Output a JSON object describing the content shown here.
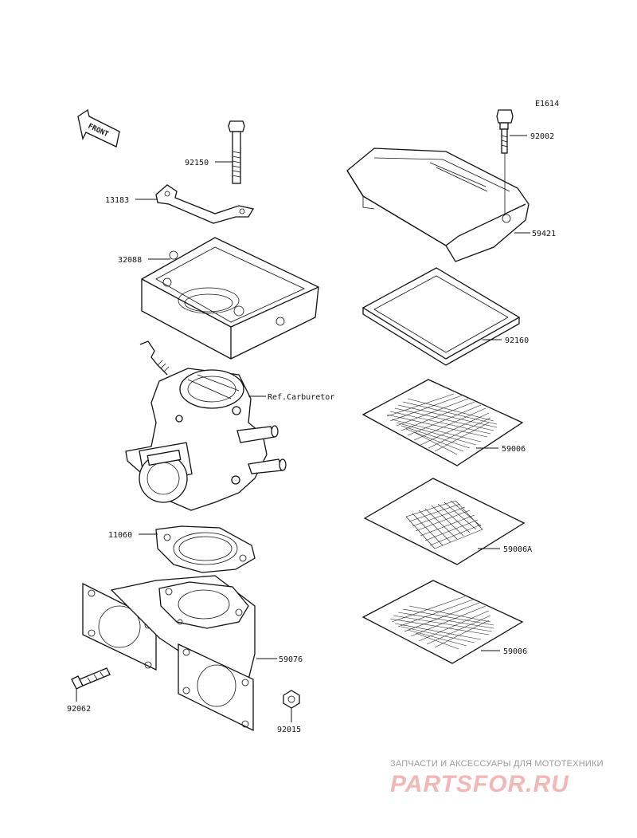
{
  "diagram": {
    "code": "E1614",
    "front_label": "FRONT",
    "ref_label": "Ref.Carburetor",
    "parts": {
      "p92150": "92150",
      "p13183": "13183",
      "p32088": "32088",
      "p11060": "11060",
      "p92062": "92062",
      "p59076": "59076",
      "p92015": "92015",
      "p92002": "92002",
      "p59421": "59421",
      "p92160": "92160",
      "p59006": "59006",
      "p59006a": "59006A",
      "p59006b": "59006"
    }
  },
  "watermark": {
    "tagline": "ЗАПЧАСТИ И АКСЕССУАРЫ ДЛЯ МОТОТЕХНИКИ",
    "logo": "PARTSFOR.RU",
    "color": "#f2b8b8"
  }
}
